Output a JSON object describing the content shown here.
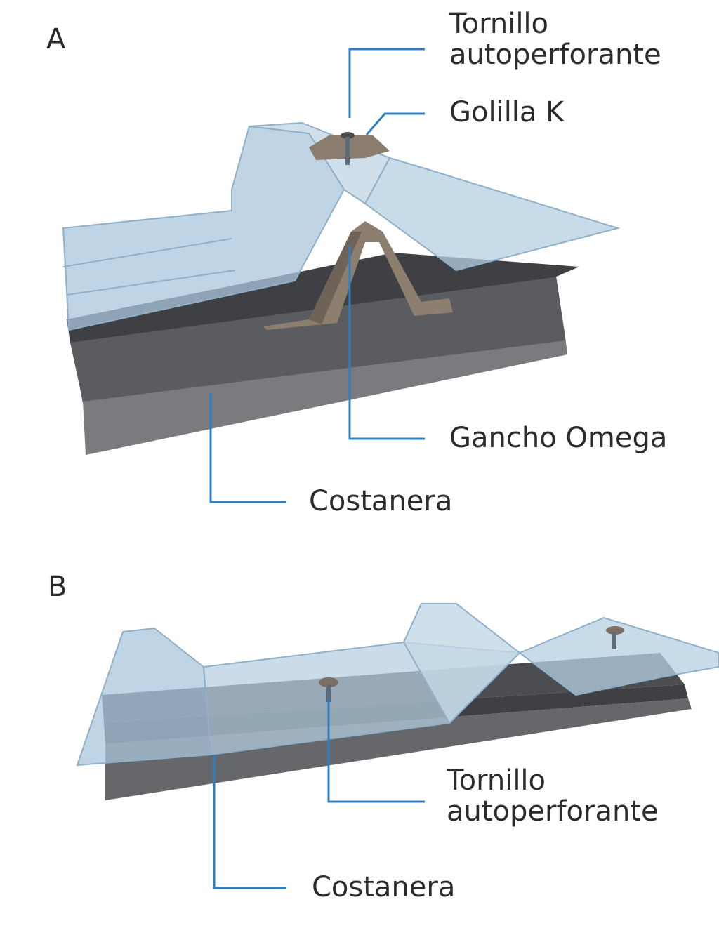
{
  "colors": {
    "leader": "#2f7fc0",
    "purlin_dark": "#4a4b4d",
    "purlin_mid": "#66676a",
    "purlin_light": "#88898b",
    "sheet": "#a9c6dc",
    "sheet_light": "#cddde9",
    "sheet_edge": "#8fb0c8",
    "bracket": "#8a7c6e",
    "bracket_dark": "#6e6257"
  },
  "panel_a": {
    "letter": "A",
    "callouts": {
      "screw_line1": "Tornillo",
      "screw_line2": "autoperforante",
      "washer": "Golilla K",
      "hook": "Gancho Omega",
      "purlin": "Costanera"
    }
  },
  "panel_b": {
    "letter": "B",
    "callouts": {
      "screw_line1": "Tornillo",
      "screw_line2": "autoperforante",
      "purlin": "Costanera"
    }
  },
  "icons": [
    "screw-icon",
    "washer-icon",
    "omega-bracket-icon"
  ]
}
